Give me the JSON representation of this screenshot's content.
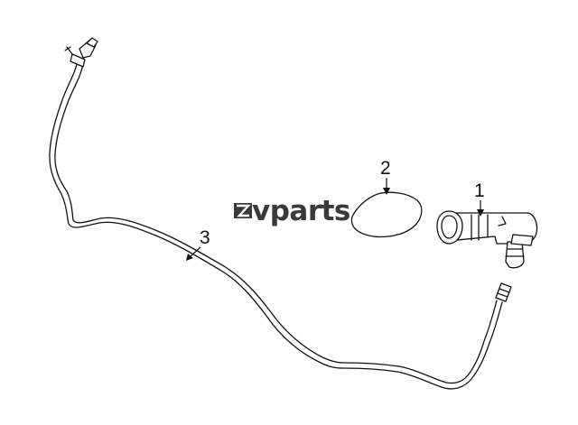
{
  "diagram": {
    "callouts": [
      {
        "id": "1",
        "label": "1"
      },
      {
        "id": "2",
        "label": "2"
      },
      {
        "id": "3",
        "label": "3"
      }
    ]
  },
  "watermark": {
    "brand": "vparts",
    "mark_color": "#3a3a3a"
  }
}
